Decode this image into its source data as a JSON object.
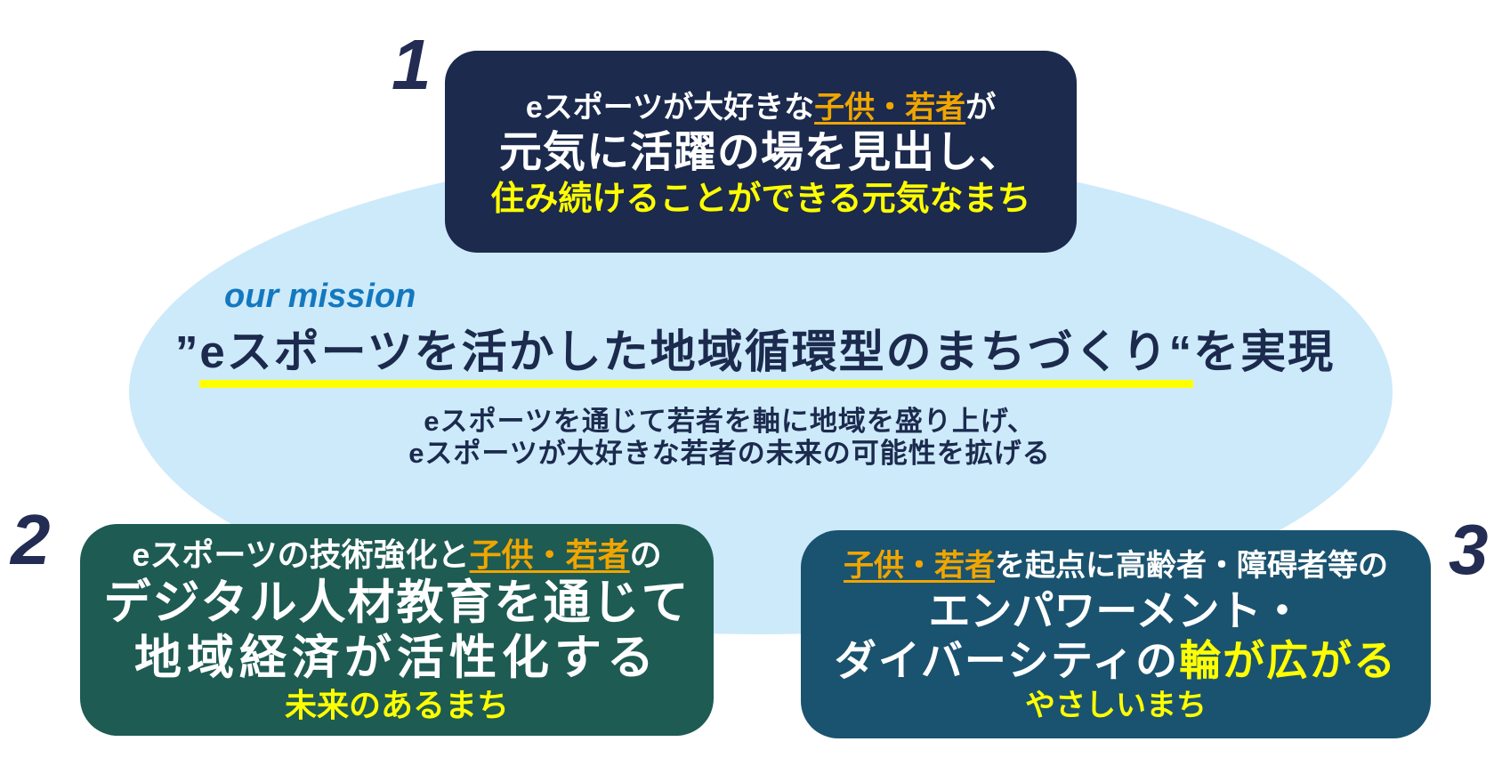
{
  "slide": {
    "mission_label": "our mission",
    "headline": {
      "open_quote": "”",
      "underlined_text": "eスポーツを活かした地域循環型のまちづくり“",
      "tail_text": "を実現"
    },
    "sub_lines": {
      "line1": "eスポーツを通じて若者を軸に地域を盛り上げ、",
      "line2": "eスポーツが大好きな若者の未来の可能性を拡げる"
    }
  },
  "goal1": {
    "number": "1",
    "line1_pre": "eスポーツが大好きな",
    "line1_highlight": "子供・若者",
    "line1_post": "が",
    "line2": "元気に活躍の場を見出し、",
    "line3": "住み続けることができる元気なまち"
  },
  "goal2": {
    "number": "2",
    "line1_pre": "eスポーツの技術強化と",
    "line1_highlight": "子供・若者",
    "line1_post": "の",
    "line2": "デジタル人材教育を通じて",
    "line3": "地域経済が活性化する",
    "line4": "未来のあるまち"
  },
  "goal3": {
    "number": "3",
    "line1_highlight": "子供・若者",
    "line1_post": "を起点に高齢者・障碍者等の",
    "line2": "エンパワーメント・",
    "line3_white": "ダイバーシティの",
    "line3_yellow": "輪が広がる",
    "line4": "やさしいまち"
  },
  "colors": {
    "background": "#ffffff",
    "ellipse_fill": "#cdeafb",
    "goal1_box": "#1b2a4d",
    "goal2_box": "#1e5b53",
    "goal3_box": "#1a536f",
    "navy_text": "#1b2a4d",
    "mission_blue": "#1478be",
    "highlight_orange": "#f0a500",
    "accent_yellow": "#ffff00",
    "white_text": "#ffffff",
    "numeral_navy": "#232c52"
  }
}
